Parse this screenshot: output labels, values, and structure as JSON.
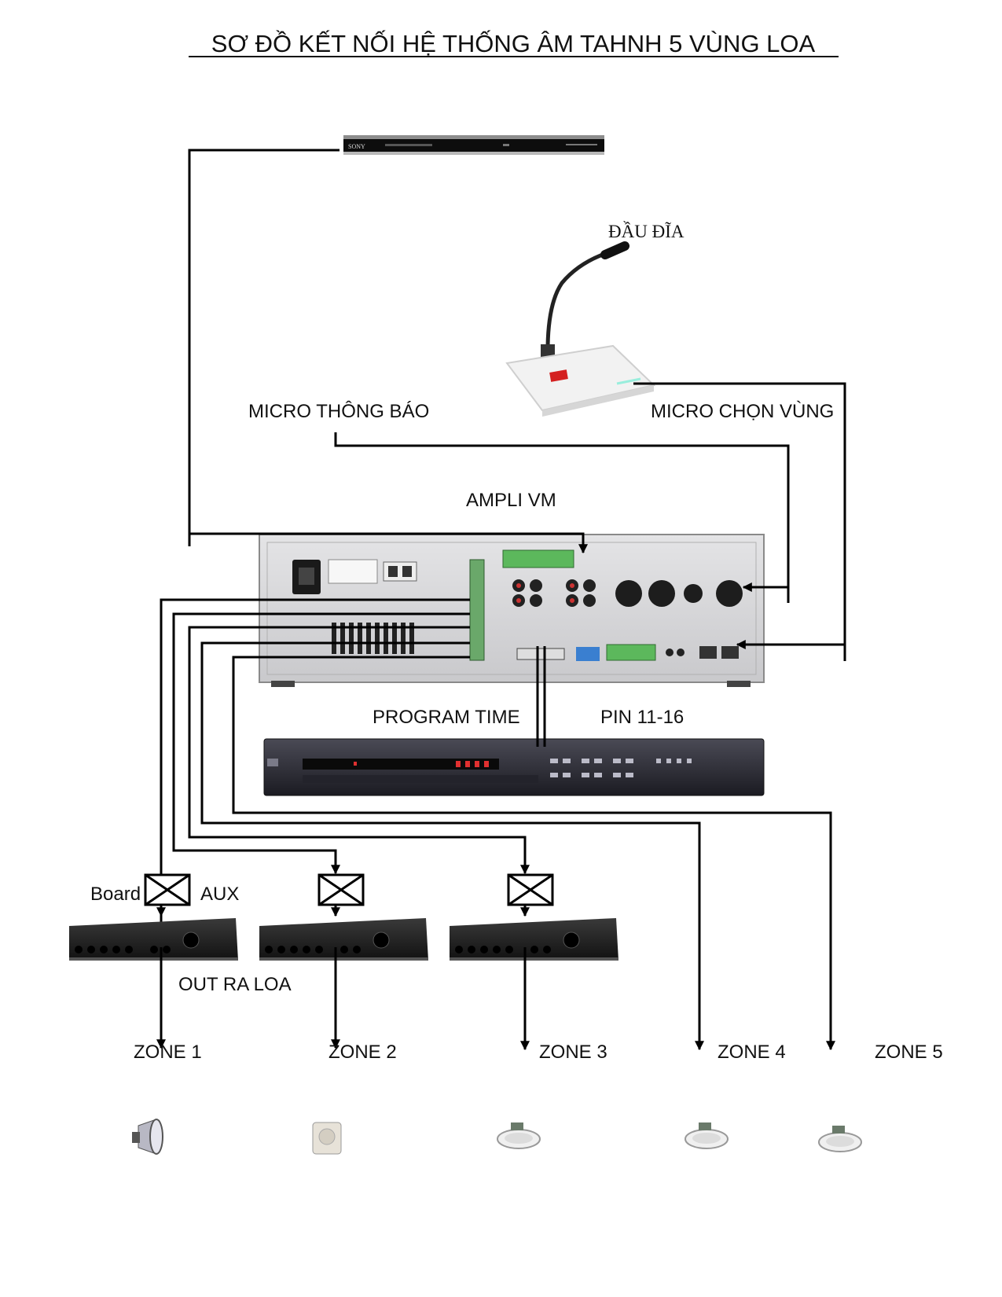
{
  "title": "SƠ ĐỒ KẾT NỐI HỆ THỐNG ÂM TAHNH 5 VÙNG LOA",
  "labels": {
    "disc_player": "ĐẦU ĐĨA",
    "announce_mic": "MICRO THÔNG BÁO",
    "zone_mic": "MICRO CHỌN VÙNG",
    "amplifier": "AMPLI VM",
    "program_timer": "PROGRAM TIME",
    "pins": "PIN 11-16",
    "board": "Board",
    "aux": "AUX",
    "speaker_out": "OUT RA LOA"
  },
  "zones": [
    "ZONE 1",
    "ZONE 2",
    "ZONE 3",
    "ZONE 4",
    "ZONE 5"
  ],
  "dvd_brand": "SONY",
  "icons": {
    "disc_player": "dvd-player-icon",
    "mic": "paging-microphone-icon",
    "ampli": "amplifier-rear-panel-icon",
    "timer": "program-timer-icon",
    "mixer_amp": "mixer-amplifier-icon",
    "zone1": "horn-speaker-icon",
    "zone2": "wall-speaker-icon",
    "zone3": "ceiling-speaker-icon",
    "zone4": "ceiling-speaker-icon",
    "zone5": "ceiling-speaker-icon"
  }
}
